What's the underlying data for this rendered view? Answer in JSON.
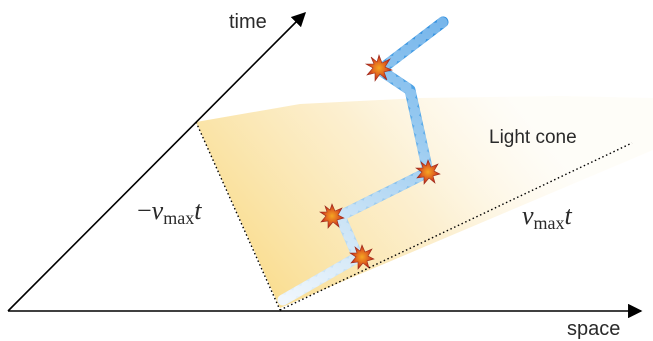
{
  "labels": {
    "time": "time",
    "space": "space",
    "light_cone": "Light cone",
    "left_bound": {
      "prefix": "−",
      "v": "v",
      "sub": "max",
      "t": "t"
    },
    "right_bound": {
      "v": "v",
      "sub": "max",
      "t": "t"
    }
  },
  "colors": {
    "axis": "#000000",
    "cone_fill": "#fbe9b4",
    "worldline_start": "#dcecf7",
    "worldline_end": "#2f8fe0",
    "event": "#c0392b"
  },
  "icons": {
    "event_marker": "starburst-icon"
  }
}
